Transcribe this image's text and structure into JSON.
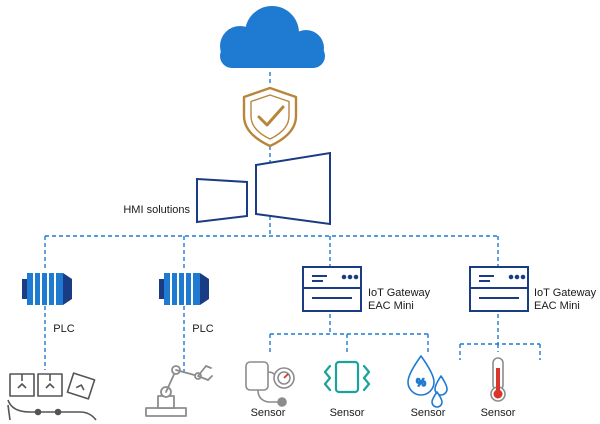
{
  "colors": {
    "cloud": "#1f7ad1",
    "shield": "#b8863b",
    "line": "#1f7ad1",
    "outline": "#1a3c84",
    "teal": "#1aa39a",
    "gray": "#8c8c8c",
    "red": "#d9352b",
    "text": "#1a1a1a"
  },
  "hmi": {
    "label": "HMI solutions"
  },
  "plcs": [
    {
      "label": "PLC"
    },
    {
      "label": "PLC"
    }
  ],
  "gateways": [
    {
      "line1": "IoT Gateway",
      "line2": "EAC Mini"
    },
    {
      "line1": "IoT Gateway",
      "line2": "EAC Mini"
    }
  ],
  "sensors": [
    {
      "label": "Sensor",
      "icon": "pressure-gauge-icon"
    },
    {
      "label": "Sensor",
      "icon": "vibration-icon"
    },
    {
      "label": "Sensor",
      "icon": "humidity-icon"
    },
    {
      "label": "Sensor",
      "icon": "thermometer-icon"
    }
  ],
  "icons": {
    "cloud": "cloud-icon",
    "shield": "shield-check-icon",
    "conveyor": "conveyor-boxes-icon",
    "robot": "robot-arm-icon"
  }
}
